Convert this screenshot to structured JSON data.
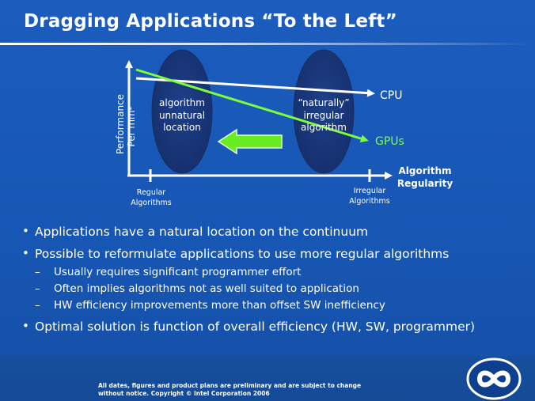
{
  "slide": {
    "title": "Dragging Applications “To the Left”"
  },
  "diagram": {
    "y_axis_label_line1": "Performance",
    "y_axis_label_line2": "Per mm²",
    "x_axis_label_line1": "Algorithm",
    "x_axis_label_line2": "Regularity",
    "tick_left_line1": "Regular",
    "tick_left_line2": "Algorithms",
    "tick_right_line1": "Irregular",
    "tick_right_line2": "Algorithms",
    "ellipse_left_line1": "algorithm",
    "ellipse_left_line2": "unnatural",
    "ellipse_left_line3": "location",
    "ellipse_right_line1": "“naturally”",
    "ellipse_right_line2": "irregular",
    "ellipse_right_line3": "algorithm",
    "series_cpu": "CPU",
    "series_gpus": "GPUs",
    "colors": {
      "cpu_line": "#ffffff",
      "gpu_line": "#7cff3a",
      "ellipse_fill": "#1a3a7a",
      "arrow_fill": "#66ee22"
    }
  },
  "bullets": [
    {
      "text": "Applications have a natural location on the continuum",
      "subs": []
    },
    {
      "text": "Possible to reformulate applications to use more regular algorithms",
      "subs": [
        "Usually requires significant programmer effort",
        "Often implies algorithms not as well suited to application",
        "HW efficiency improvements more than offset SW inefficiency"
      ]
    },
    {
      "text": "Optimal solution is function of overall efficiency (HW, SW, programmer)",
      "subs": []
    }
  ],
  "bullet_glyph": "•",
  "dash_glyph": "–",
  "footer": {
    "disclaimer_line1": "All dates, figures and product plans are preliminary and are subject to change",
    "disclaimer_line2": "without notice.    Copyright © Intel Corporation 2006",
    "logo_icon": "infinity-logo-icon"
  }
}
